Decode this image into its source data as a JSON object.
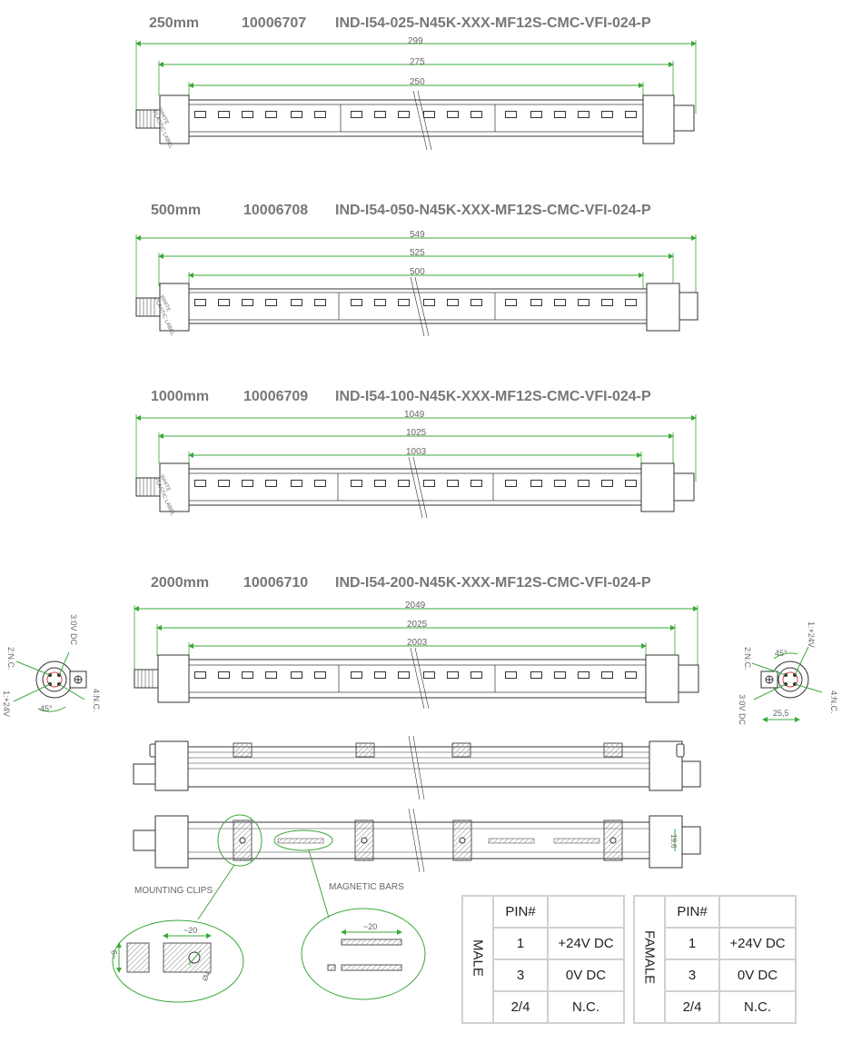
{
  "variants": [
    {
      "length": "250mm",
      "code": "10006707",
      "part": "IND-I54-025-N45K-XXX-MF12S-CMC-VFI-024-P",
      "dims": [
        "299",
        "275",
        "250"
      ]
    },
    {
      "length": "500mm",
      "code": "10006708",
      "part": "IND-I54-050-N45K-XXX-MF12S-CMC-VFI-024-P",
      "dims": [
        "549",
        "525",
        "500"
      ]
    },
    {
      "length": "1000mm",
      "code": "10006709",
      "part": "IND-I54-100-N45K-XXX-MF12S-CMC-VFI-024-P",
      "dims": [
        "1049",
        "1025",
        "1003"
      ]
    },
    {
      "length": "2000mm",
      "code": "10006710",
      "part": "IND-I54-200-N45K-XXX-MF12S-CMC-VFI-024-P",
      "dims": [
        "2049",
        "2025",
        "2003"
      ]
    }
  ],
  "label_text": [
    "WHITE",
    "PLASTIC LABEL"
  ],
  "left_connector": {
    "pin3": "3:0V DC",
    "pin2": "2:N.C.",
    "pin4": "4:N.C.",
    "pin1": "1:+24V",
    "angle": "45°"
  },
  "right_connector": {
    "pin1": "1:+24V",
    "pin2": "2:N.C.",
    "angle": "45°",
    "pin3": "3:0V DC",
    "pin4": "4:N.C.",
    "width": "25,5"
  },
  "side_dim": "19,6",
  "mounting_clips": {
    "title": "MOUNTING CLIPS",
    "d1": "~20",
    "d2": "~9",
    "d3": "Ø4"
  },
  "magnetic_bars": {
    "title": "MAGNETIC BARS",
    "d1": "~20"
  },
  "male_table": {
    "side": "MALE",
    "header": "PIN#",
    "rows": [
      [
        "1",
        "+24V DC"
      ],
      [
        "3",
        "0V DC"
      ],
      [
        "2/4",
        "N.C."
      ]
    ]
  },
  "female_table": {
    "side": "FAMALE",
    "header": "PIN#",
    "rows": [
      [
        "1",
        "+24V DC"
      ],
      [
        "3",
        "0V DC"
      ],
      [
        "2/4",
        "N.C."
      ]
    ]
  },
  "colors": {
    "dimension": "#3aa83a",
    "outline": "#333333",
    "title": "#777777",
    "table_border": "#d0d0d0"
  }
}
